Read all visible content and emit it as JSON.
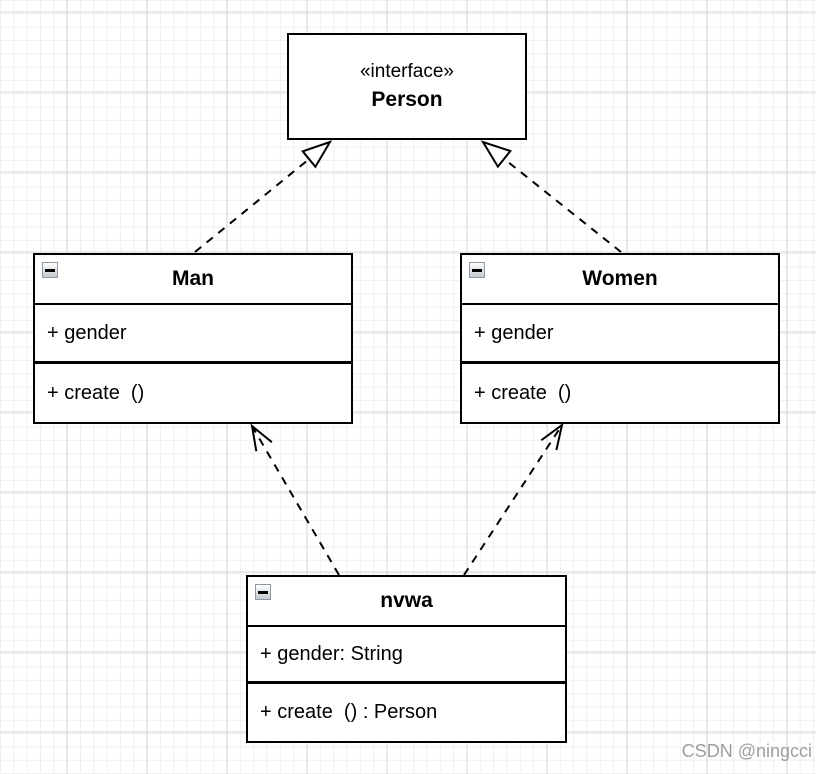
{
  "diagram": {
    "interface_box": {
      "stereotype": "«interface»",
      "name": "Person"
    },
    "classes": [
      {
        "name": "Man",
        "field": "+ gender",
        "method": "+ create  ()"
      },
      {
        "name": "Women",
        "field": "+ gender",
        "method": "+ create  ()"
      },
      {
        "name": "nvwa",
        "field": "+ gender: String",
        "method": "+ create  () : Person"
      }
    ],
    "relations": [
      {
        "from": "Man",
        "to": "Person",
        "type": "realization",
        "line": "dashed",
        "arrowhead": "hollow-triangle"
      },
      {
        "from": "Women",
        "to": "Person",
        "type": "realization",
        "line": "dashed",
        "arrowhead": "hollow-triangle"
      },
      {
        "from": "nvwa",
        "to": "Man",
        "type": "dependency",
        "line": "dashed",
        "arrowhead": "open"
      },
      {
        "from": "nvwa",
        "to": "Women",
        "type": "dependency",
        "line": "dashed",
        "arrowhead": "open"
      }
    ]
  },
  "watermark": {
    "text": "CSDN @ningcci"
  },
  "colors": {
    "shape_stroke": "#000000",
    "shape_fill": "#ffffff",
    "grid_minor": "#f0f0f0",
    "grid_major": "#d4d4d4",
    "watermark": "#9e9e9e",
    "collapse_border": "#8e99a6"
  },
  "icons": {
    "collapse": "minus-in-square"
  }
}
